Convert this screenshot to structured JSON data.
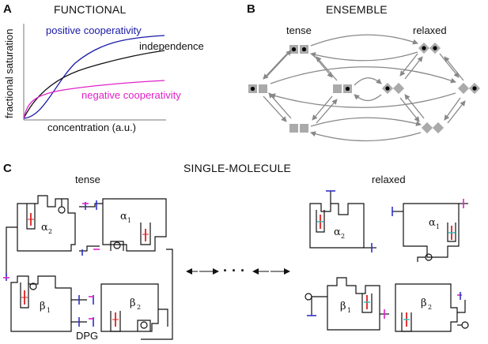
{
  "panels": {
    "a": {
      "letter": "A",
      "title": "FUNCTIONAL"
    },
    "b": {
      "letter": "B",
      "title": "ENSEMBLE"
    },
    "c": {
      "letter": "C",
      "title": "SINGLE-MOLECULE"
    }
  },
  "chart_data": {
    "type": "line",
    "xlabel": "concentration (a.u.)",
    "ylabel": "fractional saturation",
    "series": [
      {
        "name": "positive cooperativity",
        "color": "#1a1aa8"
      },
      {
        "name": "independence",
        "color": "#111111"
      },
      {
        "name": "negative cooperativity",
        "color": "#e020c8"
      }
    ]
  },
  "ensemble": {
    "tense_label": "tense",
    "relaxed_label": "relaxed"
  },
  "single_molecule": {
    "tense_label": "tense",
    "relaxed_label": "relaxed",
    "dpg_label": "DPG",
    "subunits": [
      {
        "letter": "α",
        "num": "2"
      },
      {
        "letter": "α",
        "num": "1"
      },
      {
        "letter": "β",
        "num": "1"
      },
      {
        "letter": "β",
        "num": "2"
      }
    ],
    "ellipsis": "· · ·"
  },
  "colors": {
    "arrow": "#888888",
    "red": "#e02020",
    "purple": "#3030c8",
    "magenta": "#e020c8",
    "cyan": "#20c0c0"
  }
}
